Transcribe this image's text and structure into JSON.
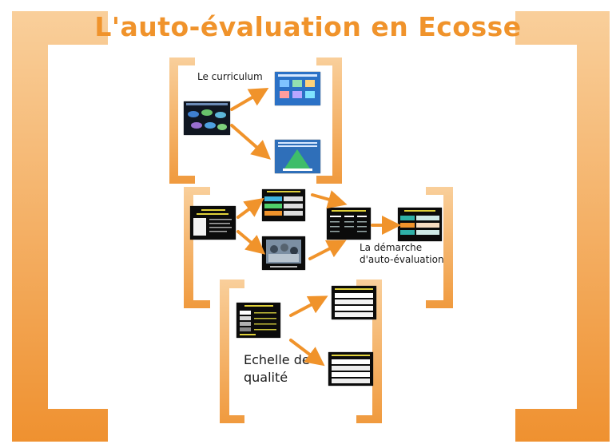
{
  "title": "L'auto-évaluation en Ecosse",
  "labels": {
    "curriculum": "Le curriculum",
    "demarche_line1": "La démarche",
    "demarche_line2": "d'auto-évaluation",
    "echelle_line1": "Echelle de",
    "echelle_line2": "qualité"
  },
  "colors": {
    "accent": "#f0932b",
    "bracket_light": "#f7c48a",
    "bracket_dark": "#ef9130",
    "slide_dark": "#0b0b0b",
    "slide_blue": "#1e5ea8",
    "slide_teal": "#2fb1a8"
  },
  "icons": {
    "arrow": "arrow-right-icon",
    "bracket": "bracket-frame"
  }
}
